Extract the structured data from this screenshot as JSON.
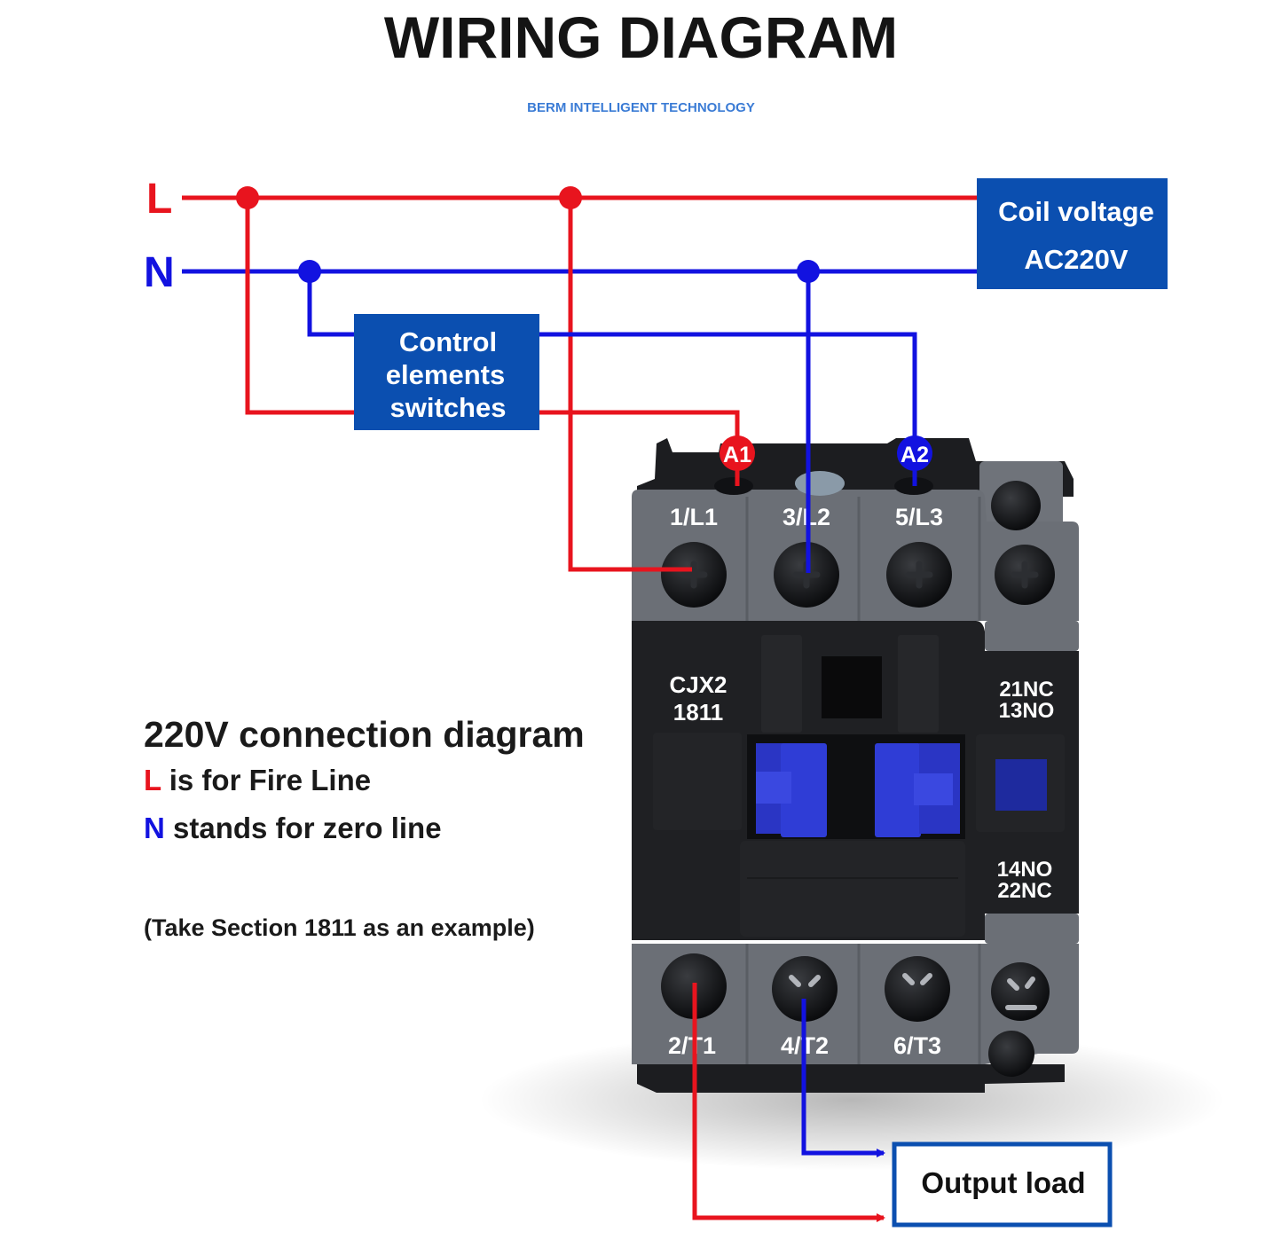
{
  "header": {
    "title": "WIRING DIAGRAM",
    "brand": "BERM INTELLIGENT TECHNOLOGY"
  },
  "colors": {
    "live_wire": "#e8141e",
    "neutral_wire": "#1212e0",
    "box_fill": "#0b4fb0",
    "contactor_body": "#202124",
    "terminal_block": "#6b6f76",
    "actuator": "#2433b8"
  },
  "lines": {
    "live_label": "L",
    "neutral_label": "N"
  },
  "boxes": {
    "coil_voltage": [
      "Coil voltage",
      "AC220V"
    ],
    "control_elements": [
      "Control",
      "elements",
      "switches"
    ],
    "output_load": "Output load"
  },
  "contactor": {
    "coil_terminals": [
      "A1",
      "A2"
    ],
    "input_terminals": [
      "1/L1",
      "3/L2",
      "5/L3"
    ],
    "output_terminals": [
      "2/T1",
      "4/T2",
      "6/T3"
    ],
    "model": [
      "CJX2",
      "1811"
    ],
    "aux_top": [
      "21NC",
      "13NO"
    ],
    "aux_bottom": [
      "14NO",
      "22NC"
    ]
  },
  "legend": {
    "heading": "220V connection diagram",
    "live_key": "L",
    "live_desc": " is for Fire Line",
    "neutral_key": "N",
    "neutral_desc": " stands for zero line",
    "note": "(Take Section 1811 as an example)"
  }
}
